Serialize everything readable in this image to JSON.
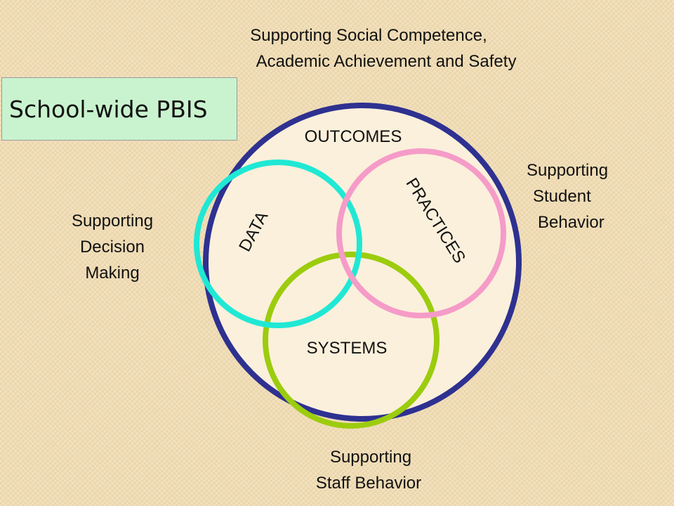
{
  "title": "School-wide PBIS",
  "top_caption": {
    "line1": "Supporting Social Competence,",
    "line2": "Academic Achievement and Safety"
  },
  "left_caption": [
    "Supporting",
    "Decision",
    "Making"
  ],
  "right_caption": [
    "Supporting",
    "Student",
    "Behavior"
  ],
  "bottom_caption": [
    "Supporting",
    "Staff Behavior"
  ],
  "circles": {
    "outcomes": {
      "label": "OUTCOMES",
      "color": "#2e3190"
    },
    "data": {
      "label": "DATA",
      "color": "#1fe8d4"
    },
    "practices": {
      "label": "PRACTICES",
      "color": "#f59bc8"
    },
    "systems": {
      "label": "SYSTEMS",
      "color": "#9ccc0e"
    }
  },
  "colors": {
    "background": "#f0dcb4",
    "outer_fill": "#fbf0dc",
    "title_box": "#c9f3ce"
  }
}
